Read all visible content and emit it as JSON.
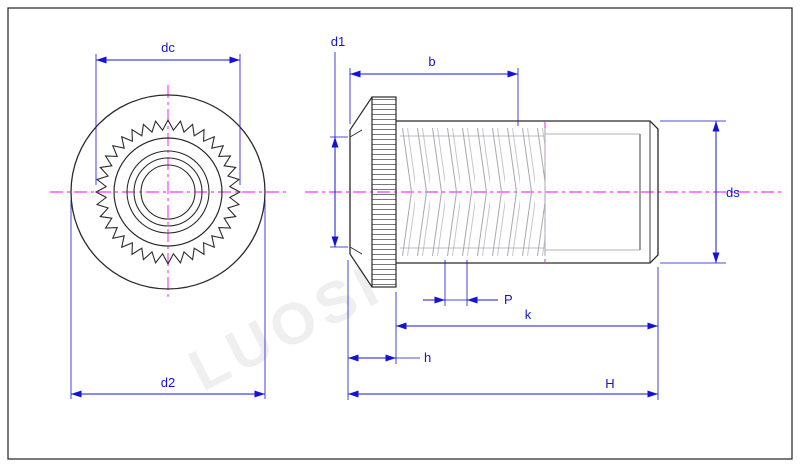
{
  "drawing": {
    "watermark": "LUOSI",
    "colors": {
      "dimension_line": "#1414d4",
      "centerline": "#ff00ff",
      "outline": "#2a2a2a",
      "thread": "#a8a8b2",
      "watermark_text": "#1a1a1a",
      "background": "#ffffff"
    },
    "dimensions": {
      "dc": {
        "label": "dc"
      },
      "d2": {
        "label": "d2"
      },
      "d1": {
        "label": "d1"
      },
      "b": {
        "label": "b"
      },
      "ds": {
        "label": "ds"
      },
      "P": {
        "label": "P"
      },
      "k": {
        "label": "k"
      },
      "h": {
        "label": "h"
      },
      "H": {
        "label": "H"
      }
    }
  }
}
